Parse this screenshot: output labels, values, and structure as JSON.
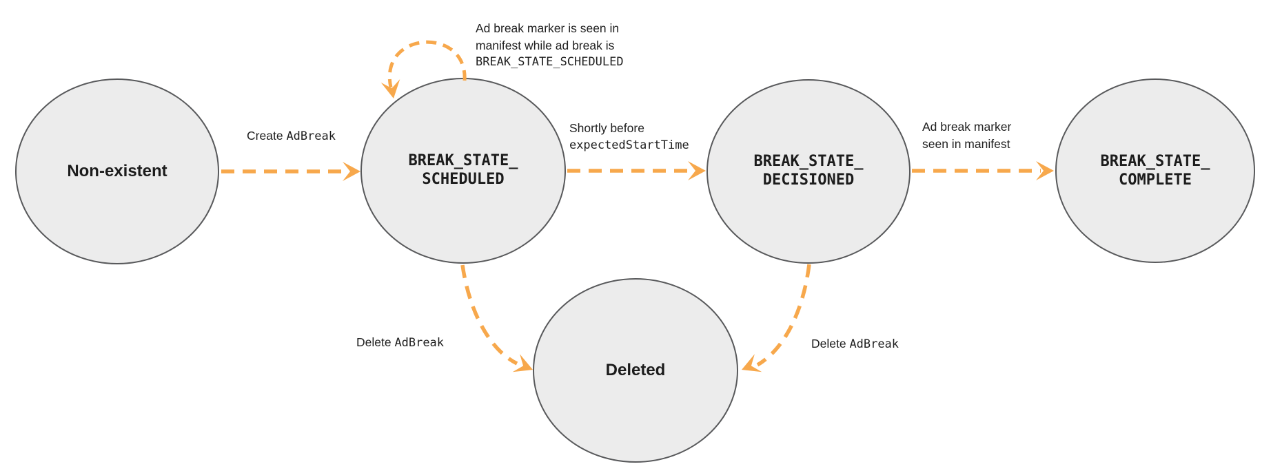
{
  "diagram": {
    "colors": {
      "arrow": "#F7A84C",
      "node_fill": "#ECECEC",
      "node_border": "#58595B",
      "text": "#1F1F1F"
    },
    "nodes": {
      "non_existent": {
        "label": "Non-existent"
      },
      "scheduled": {
        "line1": "BREAK_STATE_",
        "line2": "SCHEDULED"
      },
      "decisioned": {
        "line1": "BREAK_STATE_",
        "line2": "DECISIONED"
      },
      "complete": {
        "line1": "BREAK_STATE_",
        "line2": "COMPLETE"
      },
      "deleted": {
        "label": "Deleted"
      }
    },
    "edges": {
      "create": {
        "text": "Create ",
        "code": "AdBreak"
      },
      "self_loop": {
        "line1": "Ad break marker is seen in",
        "line2": "manifest while ad break is",
        "line3_code": "BREAK_STATE_SCHEDULED"
      },
      "to_decisioned": {
        "line1": "Shortly before",
        "line2_code": "expectedStartTime"
      },
      "to_complete": {
        "line1": "Ad break marker",
        "line2": "seen in manifest"
      },
      "delete_from_scheduled": {
        "text": "Delete ",
        "code": "AdBreak"
      },
      "delete_from_decisioned": {
        "text": "Delete ",
        "code": "AdBreak"
      }
    }
  }
}
